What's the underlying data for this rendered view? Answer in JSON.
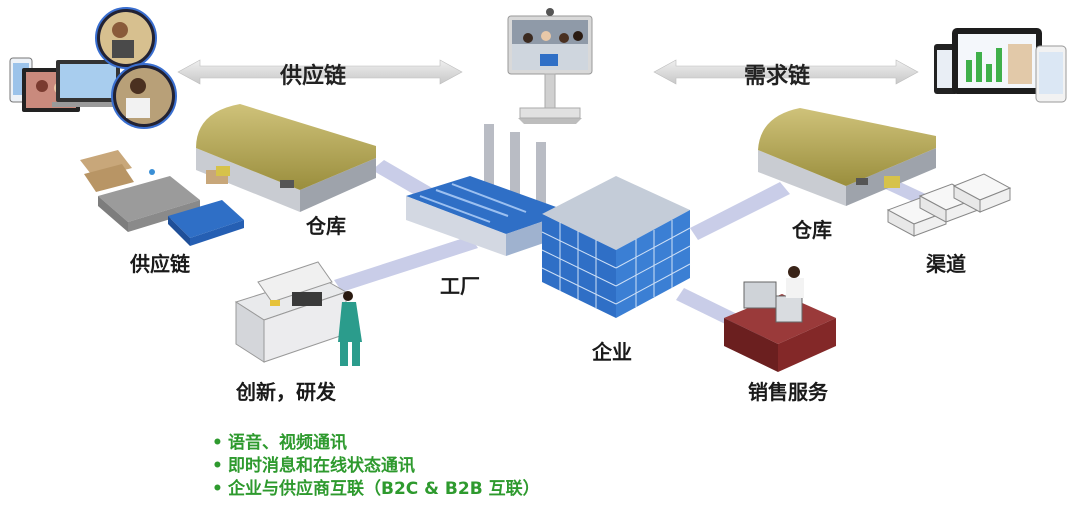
{
  "header": {
    "supply_chain_arrow": "供应链",
    "demand_chain_arrow": "需求链"
  },
  "nodes": {
    "warehouse_left": "仓库",
    "warehouse_right": "仓库",
    "supply_chain": "供应链",
    "factory": "工厂",
    "enterprise": "企业",
    "channel": "渠道",
    "innovation_rd": "创新，研发",
    "sales_service": "销售服务"
  },
  "bullets": [
    "语音、视频通讯",
    "即时消息和在线状态通讯",
    "企业与供应商互联（B2C & B2B 互联）"
  ],
  "bullet_glyph": "•",
  "colors": {
    "connector": "#c9cde8",
    "bullet_text": "#2e9a2e",
    "warehouse_roof": "#b9ad57",
    "factory_blue": "#2f6fc6",
    "arrow_gray": "#d4d4d4"
  }
}
